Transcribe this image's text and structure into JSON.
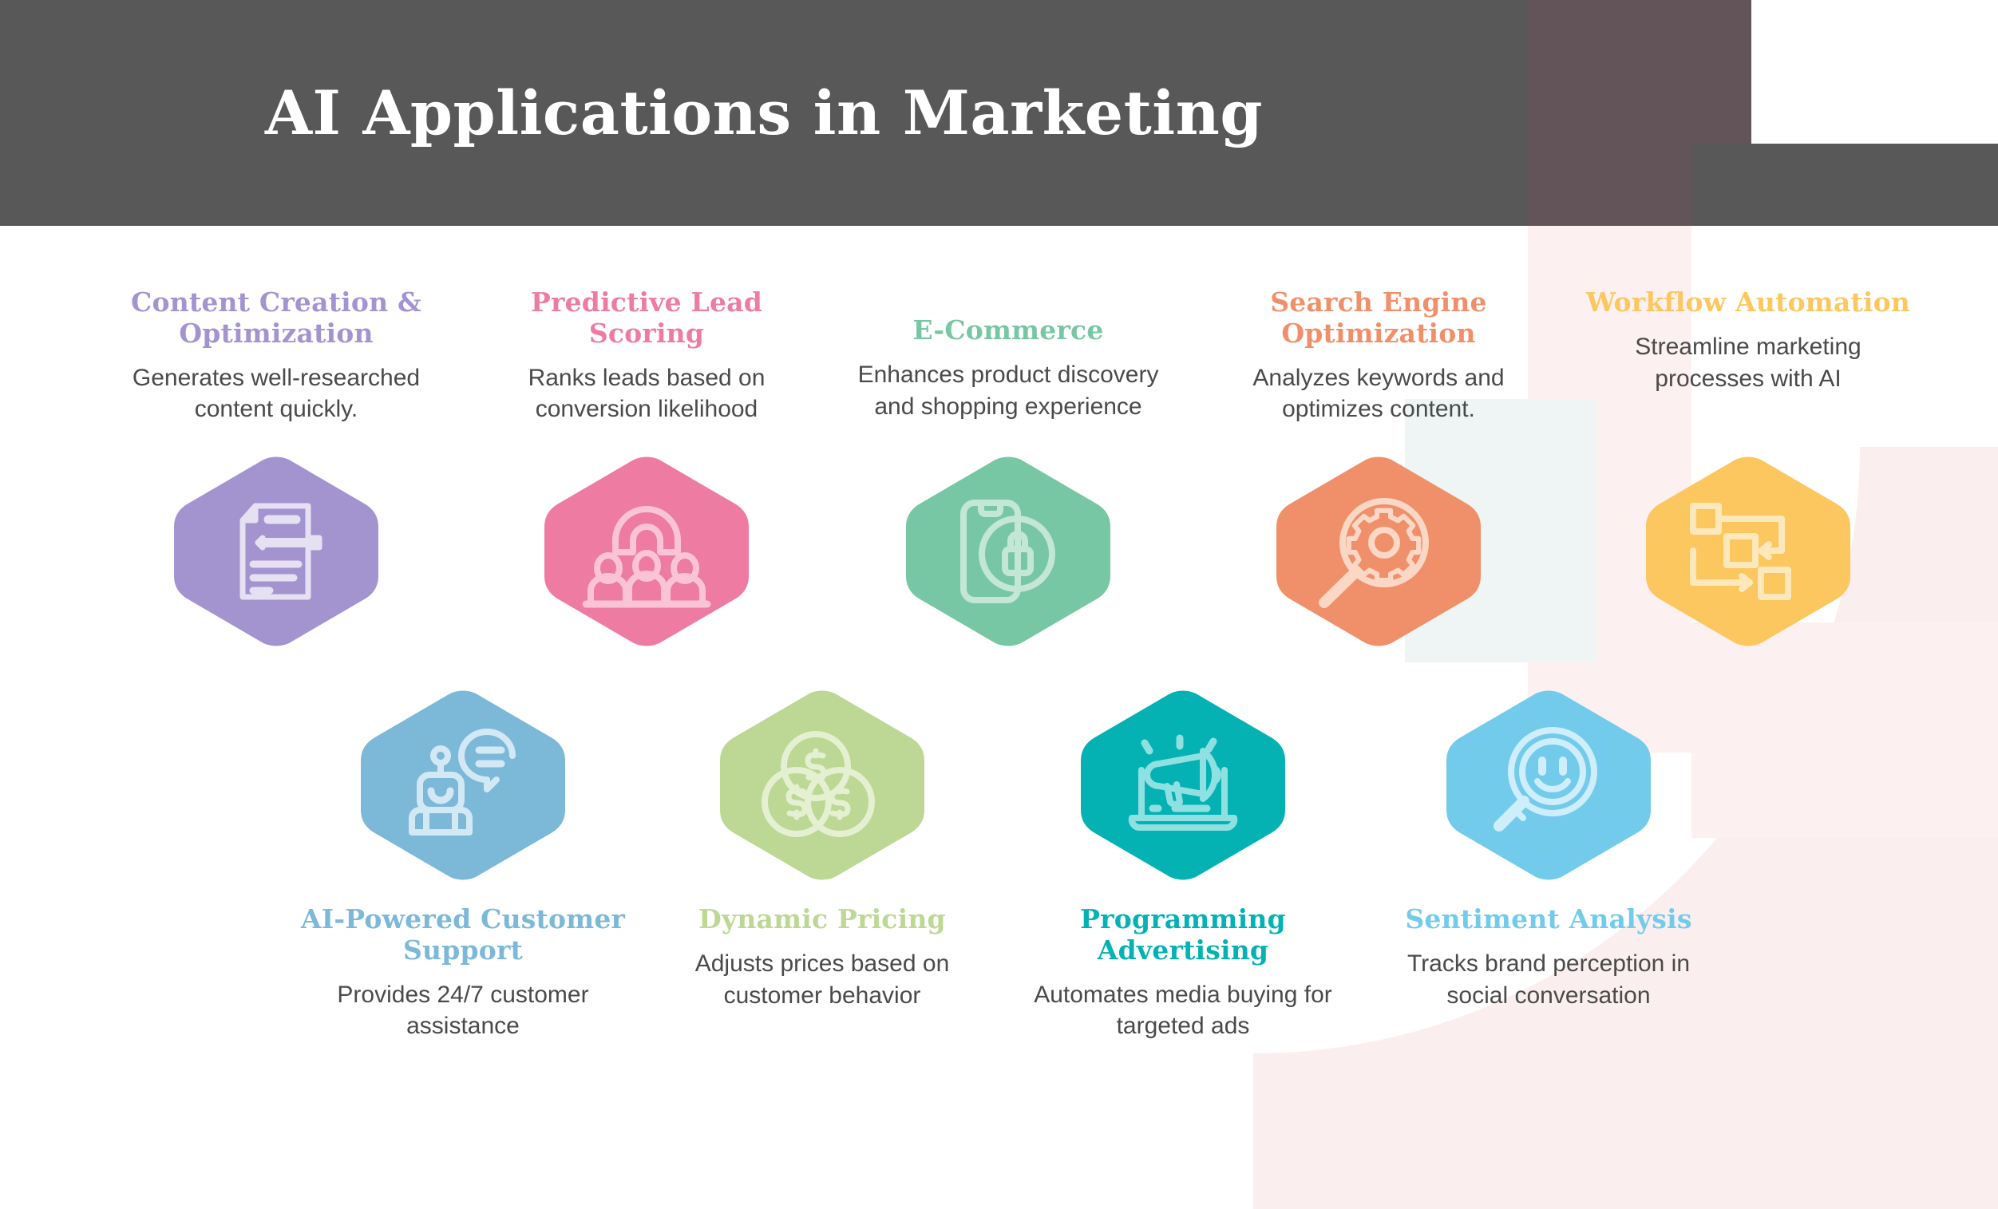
{
  "header": {
    "title": "AI Applications in Marketing",
    "bg_color": "#585858",
    "text_color": "#ffffff"
  },
  "palette": {
    "body_text": "#4a4a4a",
    "page_bg": "#ffffff",
    "decor_pink": "#fbeeee",
    "decor_teal": "#eef5f4",
    "decor_mauve": "#63545a"
  },
  "nodes": [
    {
      "id": "content-creation-optimization",
      "title": "Content Creation & Optimization",
      "desc": "Generates well-researched content quickly.",
      "color": "#a394d0",
      "icon": "document-pencil-icon",
      "row": "top"
    },
    {
      "id": "predictive-lead-scoring",
      "title": "Predictive Lead Scoring",
      "desc": "Ranks leads based on conversion likelihood",
      "color": "#ee7ba2",
      "icon": "magnet-audience-icon",
      "row": "top"
    },
    {
      "id": "e-commerce",
      "title": "E-Commerce",
      "desc": "Enhances product discovery and shopping experience",
      "color": "#78c7a4",
      "icon": "mobile-lock-icon",
      "row": "top"
    },
    {
      "id": "search-engine-optimization",
      "title": "Search Engine Optimization",
      "desc": "Analyzes keywords and optimizes content.",
      "color": "#f0906a",
      "icon": "magnifier-gear-icon",
      "row": "top"
    },
    {
      "id": "workflow-automation",
      "title": "Workflow Automation",
      "desc": "Streamline marketing processes with AI",
      "color": "#fbc75e",
      "icon": "workflow-nodes-icon",
      "row": "top"
    },
    {
      "id": "ai-powered-customer-support",
      "title": "AI-Powered Customer Support",
      "desc": "Provides 24/7 customer assistance",
      "color": "#7cb8d8",
      "icon": "chatbot-robot-icon",
      "row": "bottom"
    },
    {
      "id": "dynamic-pricing",
      "title": "Dynamic Pricing",
      "desc": "Adjusts prices based on customer behavior",
      "color": "#bcd894",
      "icon": "dollar-coins-icon",
      "row": "bottom"
    },
    {
      "id": "programming-advertising",
      "title": "Programming Advertising",
      "desc": "Automates media buying for targeted ads",
      "color": "#04b2b4",
      "icon": "laptop-megaphone-icon",
      "row": "bottom"
    },
    {
      "id": "sentiment-analysis",
      "title": "Sentiment Analysis",
      "desc": "Tracks brand perception in social conversation",
      "color": "#73cbec",
      "icon": "magnifier-smiley-icon",
      "row": "bottom"
    }
  ]
}
